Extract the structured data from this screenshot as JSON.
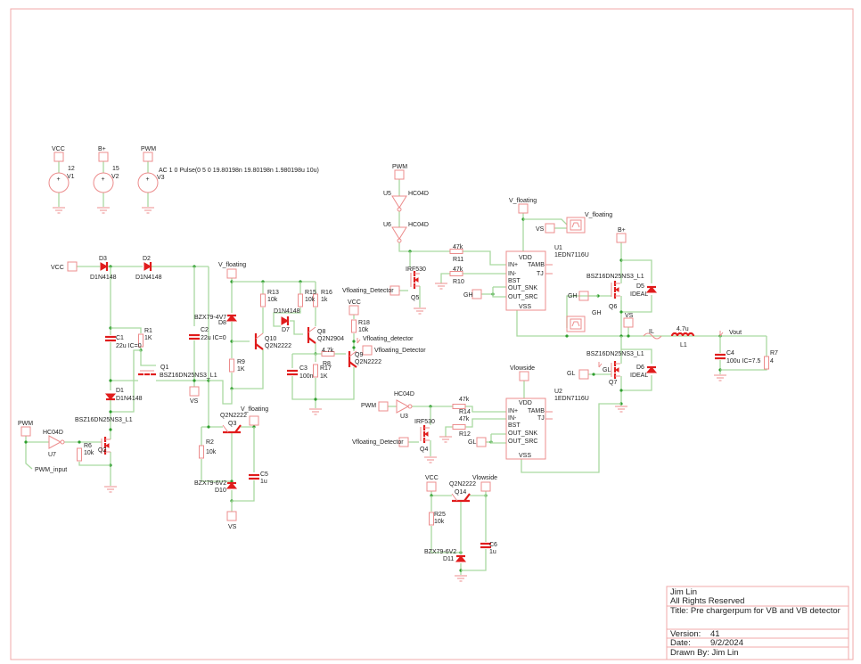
{
  "colors": {
    "wire": "#a9d9a0",
    "component": "#ec8c8c",
    "active_component": "#e01c1c",
    "junction": "#2e9e2e",
    "frame": "#f2a8a8"
  },
  "title_block": {
    "author": "Jim Lin",
    "rights": "All Rights Reserved",
    "title": "Title: Pre chargerpum for VB and VB detector",
    "version_label": "Version:",
    "version": "41",
    "date_label": "Date:",
    "date": "9/2/2024",
    "drawn_by": "Drawn By: Jim Lin"
  },
  "labels": {
    "v1_net": "VCC",
    "v1_val": "12",
    "v1_ref": "V1",
    "v2_net": "B+",
    "v2_val": "15",
    "v2_ref": "V2",
    "v3_net": "PWM",
    "v3_val": "AC 1 0 Pulse(0 5 0 19.80198n 19.80198n 1.980198u 10u)",
    "v3_ref": "V3",
    "vcc_left": "VCC",
    "d3_ref": "D3",
    "d3_val": "D1N4148",
    "d2_ref": "D2",
    "d2_val": "D1N4148",
    "c1_ref": "C1",
    "c1_val": "22u IC=0",
    "r1_ref": "R1",
    "r1_val": "1K",
    "q1_ref": "Q1",
    "q1_val": "BSZ16DN25NS3_L1",
    "d1_ref": "D1",
    "d1_val": "D1N4148",
    "q2_val": "BSZ16DN25NS3_L1",
    "q2_ref": "Q2",
    "pwm_left": "PWM",
    "u7_val": "HC04D",
    "u7_ref": "U7",
    "r6_ref": "R6",
    "r6_val": "10k",
    "pwm_input": "PWM_input",
    "c2_ref": "C2",
    "c2_val": "22u IC=0",
    "vs_c2": "VS",
    "vfloat_d8": "V_floating",
    "d8_val": "BZX79-4V7",
    "d8_ref": "D8",
    "q10_ref": "Q10",
    "q10_val": "Q2N2222",
    "r9_ref": "R9",
    "r9_val": "1K",
    "r13_ref": "R13",
    "r13_val": "10k",
    "r15_ref": "R15",
    "r15_val": "10k",
    "r16_ref": "R16",
    "r16_val": "1k",
    "d7_val": "D1N4148",
    "d7_ref": "D7",
    "q8_ref": "Q8",
    "q8_val": "Q2N2904",
    "c3_ref": "C3",
    "c3_val": "100n",
    "r17_ref": "R17",
    "r17_val": "1K",
    "r8_val": "4.7k",
    "r8_ref": "R8",
    "q9_ref": "Q9",
    "q9_val": "Q2N2222",
    "vcc_r18": "VCC",
    "r18_ref": "R18",
    "r18_val": "10k",
    "vfd_flag": "Vfloating_detector",
    "vfd_port": "Vfloating_Detector",
    "pwm_u5": "PWM",
    "u5_ref": "U5",
    "u5_val": "HC04D",
    "u6_ref": "U6",
    "u6_val": "HC04D",
    "r11_val": "47k",
    "r11_ref": "R11",
    "r10_val": "47k",
    "r10_ref": "R10",
    "q5_val": "IRF530",
    "q5_ref": "Q5",
    "vfd_q5": "Vfloating_Detector",
    "u1_vdd_net": "V_floating",
    "u1_ref": "U1",
    "u1_val": "1EDN7116U",
    "u1_vdd": "VDD",
    "u1_inp": "IN+",
    "u1_inm": "IN-",
    "u1_bst": "BST",
    "u1_snk": "OUT_SNK",
    "u1_src": "OUT_SRC",
    "u1_vss": "VSS",
    "u1_tamb": "TAMB",
    "u1_tj": "TJ",
    "gh_u1": "GH",
    "vs_probe": "VS",
    "probe_vfloat": "V_floating",
    "bplus": "B+",
    "q6_val": "BSZ16DN25NS3_L1",
    "q6_ref": "Q6",
    "d5_ref": "D5",
    "d5_val": "IDEAL",
    "gh_q6": "GH",
    "probe_gh": "GH",
    "vs_node": "VS",
    "il": "IL",
    "l1_val": "4.7u",
    "l1_ref": "L1",
    "vout": "Vout",
    "c4_ref": "C4",
    "c4_val": "100u IC=7.5",
    "r7_ref": "R7",
    "r7_val": "4",
    "q7_val": "BSZ16DN25NS3_L1",
    "gl_flag": "GL",
    "q7_ref": "Q7",
    "d6_ref": "D6",
    "d6_val": "IDEAL",
    "gl_q7": "GL",
    "u2_vdd_net": "Vlowside",
    "u2_ref": "U2",
    "u2_val": "1EDN7116U",
    "u2_vdd": "VDD",
    "u2_inp": "IN+",
    "u2_inm": "IN-",
    "u2_bst": "BST",
    "u2_snk": "OUT_SNK",
    "u2_src": "OUT_SRC",
    "u2_vss": "VSS",
    "u2_tamb": "TAMB",
    "u2_tj": "TJ",
    "pwm_u3": "PWM",
    "u3_val": "HC04D",
    "u3_ref": "U3",
    "r14_val": "47k",
    "r14_ref": "R14",
    "r12_val": "47k",
    "r12_ref": "R12",
    "q4_val": "IRF530",
    "q4_ref": "Q4",
    "vfd_q4": "Vfloating_Detector",
    "gl_u2": "GL",
    "vcc_q14": "VCC",
    "vlow_q14": "Vlowside",
    "q14_val": "Q2N2222",
    "q14_ref": "Q14",
    "r25_ref": "R25",
    "r25_val": "10k",
    "d11_val": "BZX79-6V2",
    "d11_ref": "D11",
    "c6_ref": "C6",
    "c6_val": "1u",
    "vfloat_q3": "V_floating",
    "q3_val": "Q2N2222",
    "q3_ref": "Q3",
    "r2_ref": "R2",
    "r2_val": "10k",
    "d10_val": "BZX79-6V2",
    "d10_ref": "D10",
    "c5_ref": "C5",
    "c5_val": "1u",
    "vs_q3": "VS"
  }
}
